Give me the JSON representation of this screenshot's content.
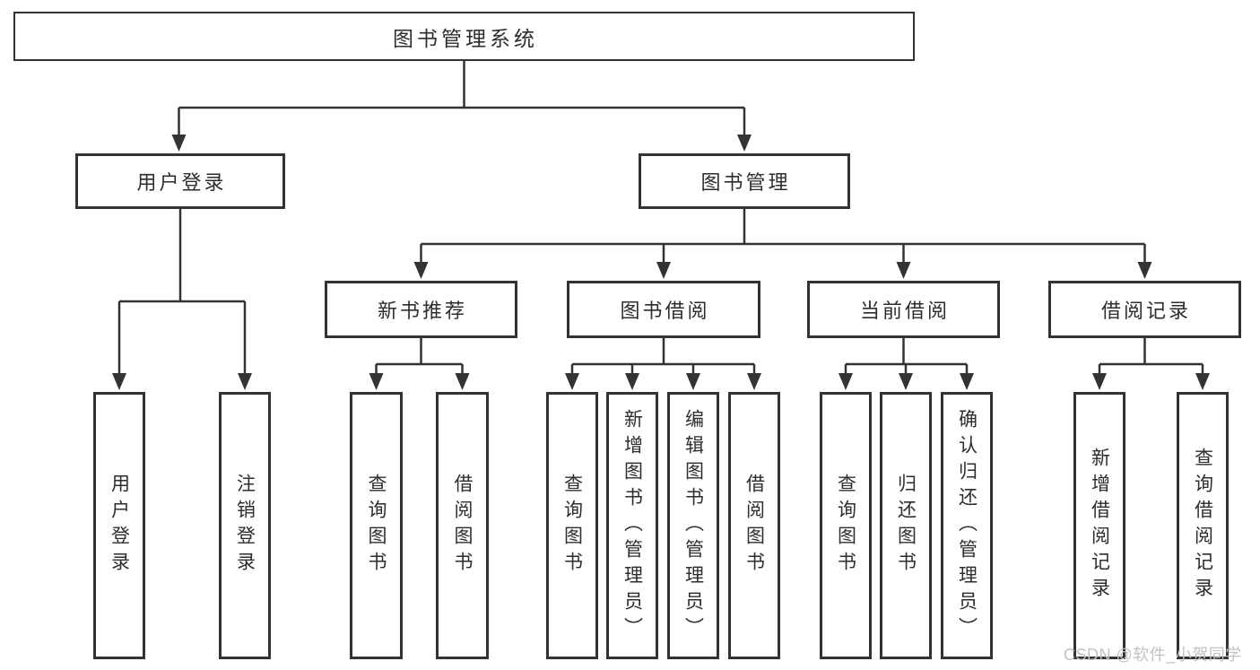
{
  "appearance": {
    "background": "#ffffff",
    "line_color": "#333333",
    "box_border_color": "#333333",
    "text_color": "#2d2d2d",
    "watermark_color": "#bfc3c6"
  },
  "nodes": {
    "root": {
      "label": "图书管理系统"
    },
    "level2": [
      {
        "label": "用户登录"
      },
      {
        "label": "图书管理"
      }
    ],
    "level3": [
      {
        "label": "新书推荐"
      },
      {
        "label": "图书借阅"
      },
      {
        "label": "当前借阅"
      },
      {
        "label": "借阅记录"
      }
    ],
    "user_login_children": [
      {
        "label": "用户登录"
      },
      {
        "label": "注销登录"
      }
    ],
    "new_book_children": [
      {
        "label": "查询图书"
      },
      {
        "label": "借阅图书"
      }
    ],
    "book_borrow_children": [
      {
        "label": "查询图书"
      },
      {
        "label": "新增图书（管理员）"
      },
      {
        "label": "编辑图书（管理员）"
      },
      {
        "label": "借阅图书"
      }
    ],
    "current_borrow_children": [
      {
        "label": "查询图书"
      },
      {
        "label": "归还图书"
      },
      {
        "label": "确认归还（管理员）"
      }
    ],
    "borrow_record_children": [
      {
        "label": "新增借阅记录"
      },
      {
        "label": "查询借阅记录"
      }
    ]
  },
  "watermark": {
    "text": "CSDN @软件_小贺同学"
  }
}
